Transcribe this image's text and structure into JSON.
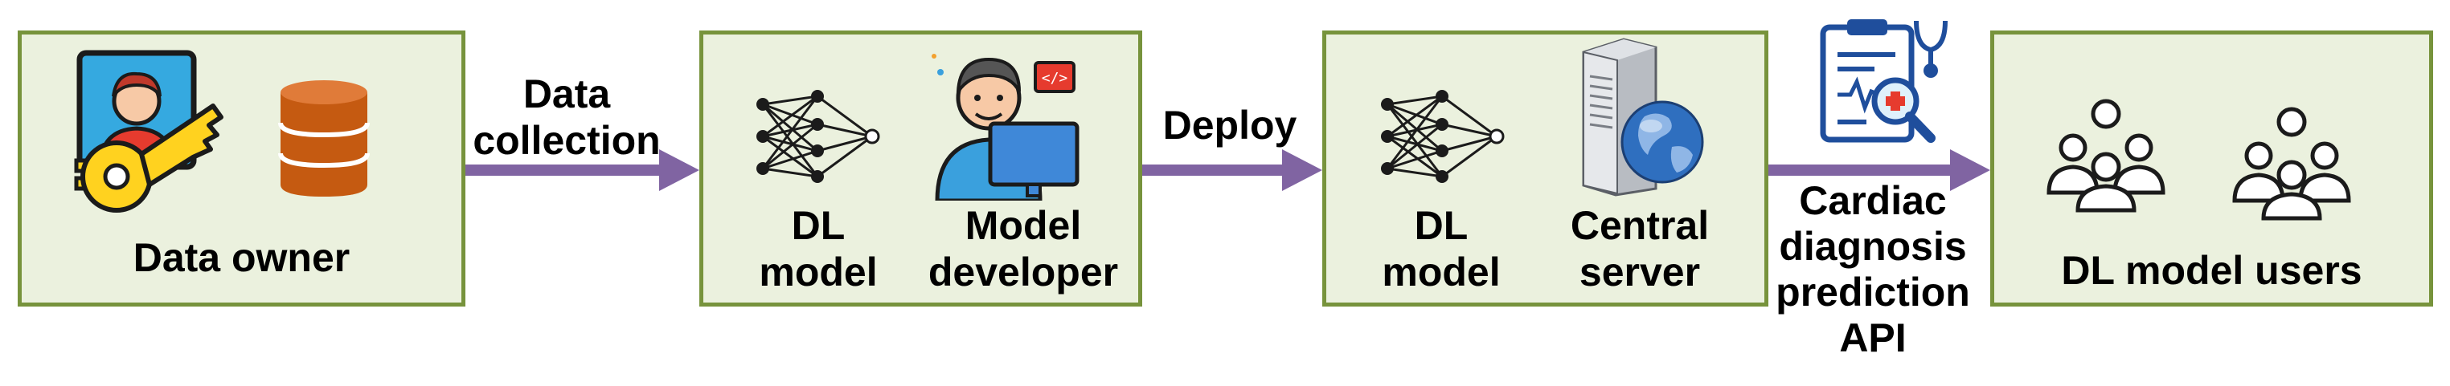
{
  "stages": {
    "data_owner": {
      "label": "Data owner"
    },
    "development": {
      "model_label": "DL\nmodel",
      "developer_label": "Model\ndeveloper"
    },
    "deployment": {
      "model_label": "DL\nmodel",
      "server_label": "Central\nserver"
    },
    "users": {
      "label": "DL model users"
    }
  },
  "arrows": {
    "collection": "Data\ncollection",
    "deploy": "Deploy",
    "api": "Cardiac\ndiagnosis\nprediction\nAPI"
  },
  "icons": [
    "owner-avatar-icon",
    "key-icon",
    "database-icon",
    "neural-network-icon",
    "developer-icon",
    "code-badge-icon",
    "monitor-icon",
    "server-icon",
    "globe-icon",
    "clipboard-stethoscope-icon",
    "user-group-icon"
  ],
  "colors": {
    "box_fill": "#ebf1de",
    "box_border": "#77933c",
    "arrow": "#8064a2",
    "database": "#c55a11",
    "key": "#ffd21f",
    "monitor": "#3f88d8"
  }
}
